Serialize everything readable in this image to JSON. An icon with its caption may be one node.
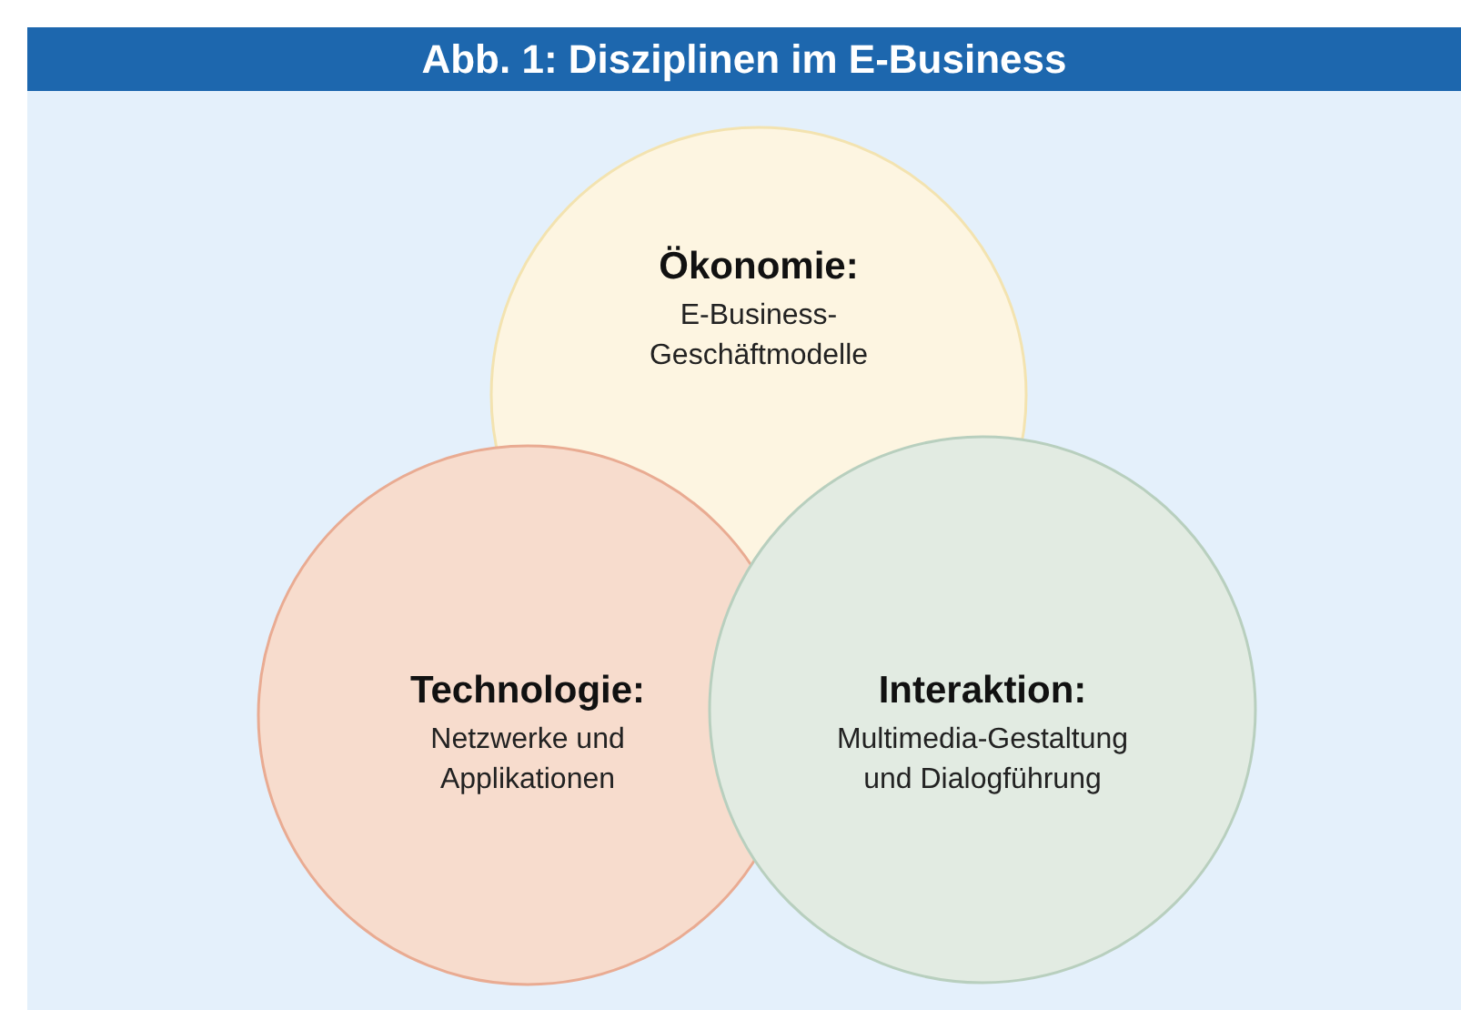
{
  "diagram": {
    "title": "Abb. 1: Disziplinen im E-Business",
    "nodes": [
      {
        "text": [
          "Ökonomie:",
          "E-Business-Geschäftmodelle"
        ]
      },
      {
        "text": [
          "Technologie:",
          "Netzwerke und Applikationen"
        ]
      },
      {
        "text": [
          "Interaktion:",
          "Multimedia-Gestaltung und Dialogführung"
        ]
      }
    ],
    "edges": []
  }
}
